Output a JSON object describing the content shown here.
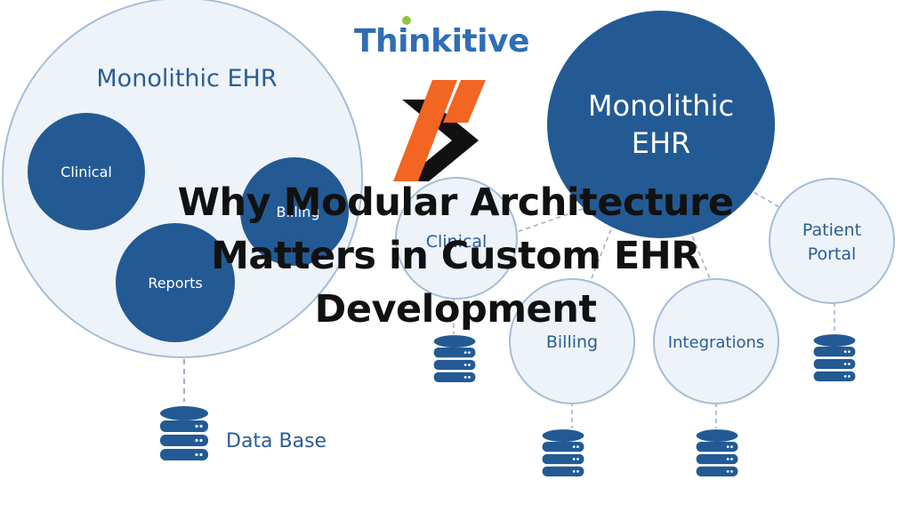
{
  "brand": {
    "name": "Thinkitive",
    "dot_color": "#8cc63f"
  },
  "headline": {
    "line1": "Why Modular Architecture",
    "line2": "Matters in Custom EHR",
    "line3": "Development"
  },
  "monolith": {
    "title": "Monolithic EHR",
    "modules": {
      "clinical": "Clinical",
      "billing": "Billing",
      "reports": "Reports"
    },
    "database": "Data Base"
  },
  "modular": {
    "core_line1": "Monolithic",
    "core_line2": "EHR",
    "services": {
      "clinical": "Clinical",
      "billing": "Billing",
      "integrations": "Integrations",
      "patient_line1": "Patient",
      "patient_line2": "Portal"
    }
  },
  "colors": {
    "primary": "#235a94",
    "light_fill": "#eef3fa",
    "outline": "#a6bdd6",
    "label_dark": "#2a5d95",
    "accent_orange": "#f26522",
    "logo_black": "#111111"
  }
}
